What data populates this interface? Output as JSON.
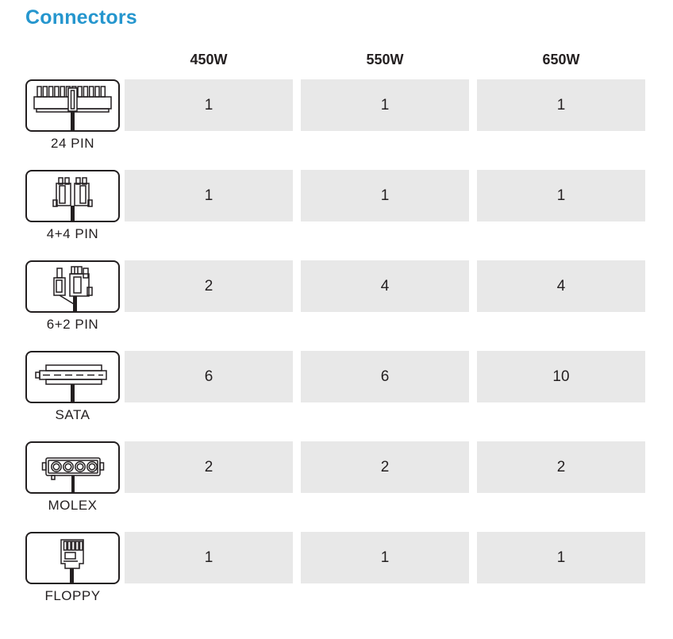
{
  "page": {
    "title": "Connectors"
  },
  "theme": {
    "title_color": "#2596ce",
    "cell_background": "#e8e8e8",
    "line_art_color": "#231f20",
    "header_text_color": "#231f20"
  },
  "table": {
    "columns": [
      "450W",
      "550W",
      "650W"
    ],
    "rows": [
      {
        "label": "24 PIN",
        "icon": "atx-24-pin-connector-icon",
        "values": [
          "1",
          "1",
          "1"
        ]
      },
      {
        "label": "4+4 PIN",
        "icon": "eps-4-plus-4-pin-connector-icon",
        "values": [
          "1",
          "1",
          "1"
        ]
      },
      {
        "label": "6+2 PIN",
        "icon": "pcie-6-plus-2-pin-connector-icon",
        "values": [
          "2",
          "4",
          "4"
        ]
      },
      {
        "label": "SATA",
        "icon": "sata-connector-icon",
        "values": [
          "6",
          "6",
          "10"
        ]
      },
      {
        "label": "MOLEX",
        "icon": "molex-connector-icon",
        "values": [
          "2",
          "2",
          "2"
        ]
      },
      {
        "label": "FLOPPY",
        "icon": "floppy-connector-icon",
        "values": [
          "1",
          "1",
          "1"
        ]
      }
    ]
  }
}
